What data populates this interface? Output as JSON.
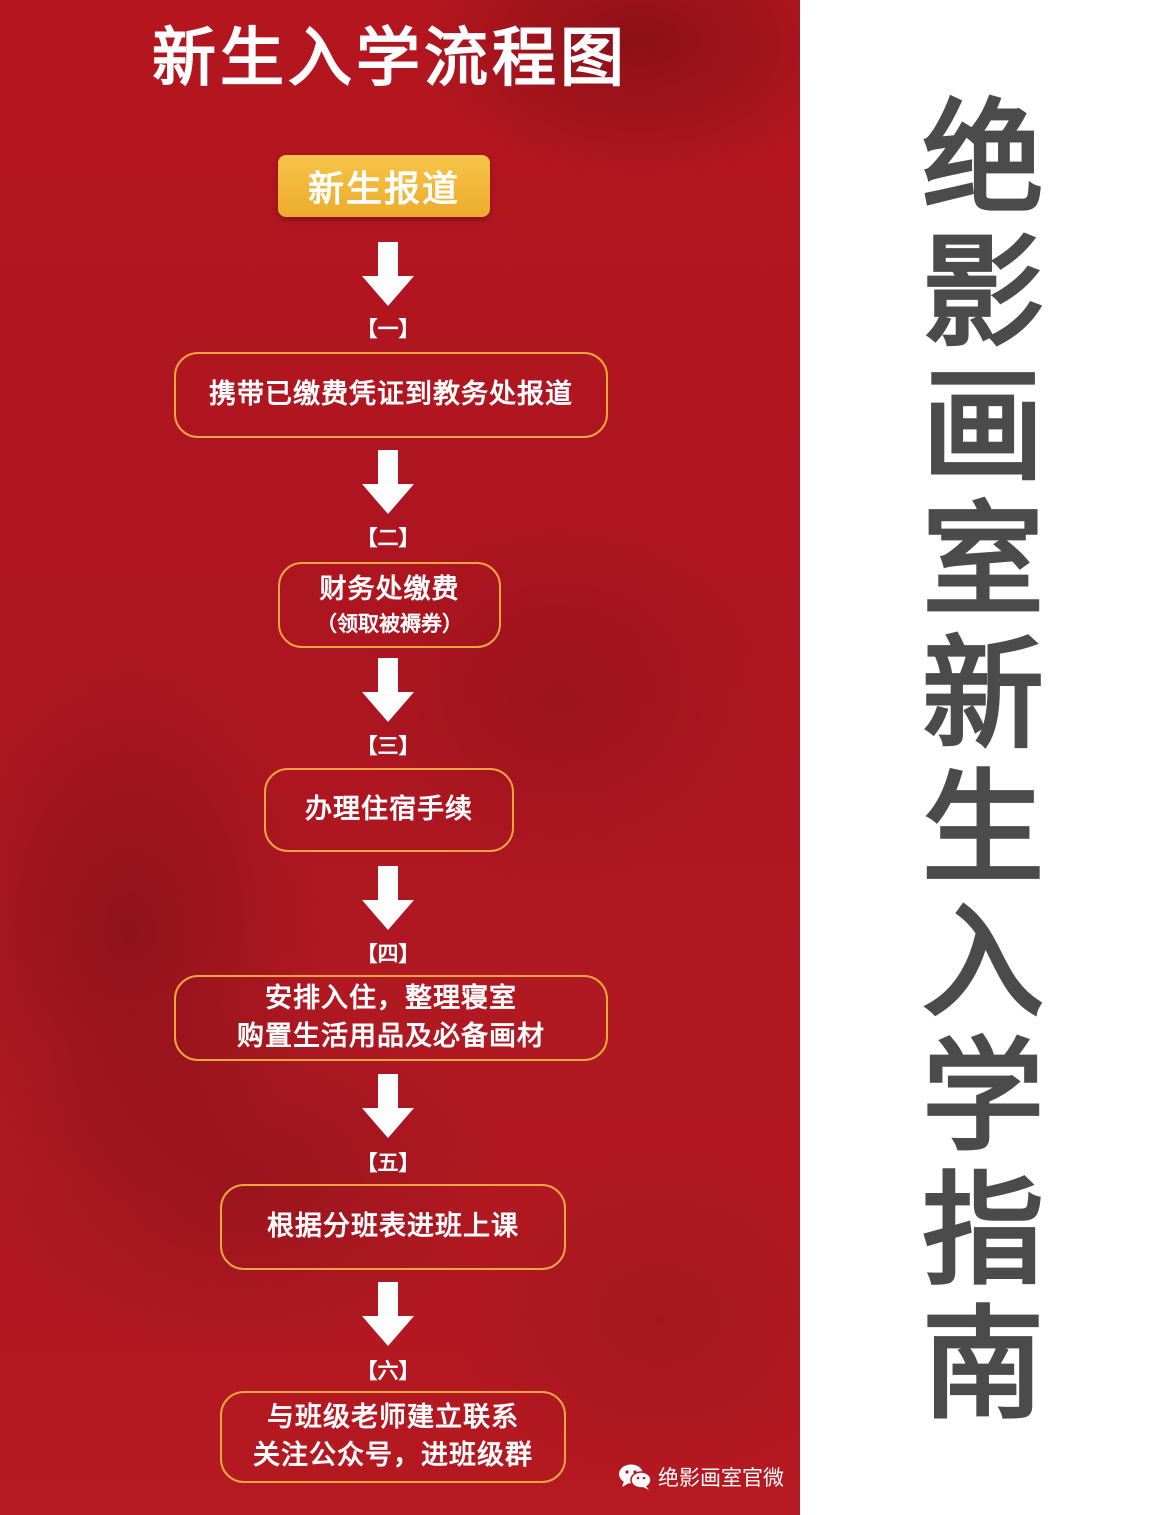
{
  "poster": {
    "title": "新生入学流程图",
    "start_label": "新生报道",
    "steps": [
      {
        "label": "【一】",
        "lines": [
          "携带已缴费凭证到教务处报道"
        ],
        "sub": ""
      },
      {
        "label": "【二】",
        "lines": [
          "财务处缴费"
        ],
        "sub": "（领取被褥券）"
      },
      {
        "label": "【三】",
        "lines": [
          "办理住宿手续"
        ],
        "sub": ""
      },
      {
        "label": "【四】",
        "lines": [
          "安排入住，整理寝室",
          "购置生活用品及必备画材"
        ],
        "sub": ""
      },
      {
        "label": "【五】",
        "lines": [
          "根据分班表进班上课"
        ],
        "sub": ""
      },
      {
        "label": "【六】",
        "lines": [
          "与班级老师建立联系",
          "关注公众号，进班级群"
        ],
        "sub": ""
      }
    ],
    "watermark": "绝影画室官微",
    "watermark_icon": "wechat-icon"
  },
  "side_title": {
    "chars": [
      "绝",
      "影",
      "画",
      "室",
      "新",
      "生",
      "入",
      "学",
      "指",
      "南"
    ]
  },
  "colors": {
    "poster_red": "#b0161f",
    "start_gold": "#f0b535",
    "box_border": "#f0a640",
    "side_text": "#4b4b4b"
  }
}
